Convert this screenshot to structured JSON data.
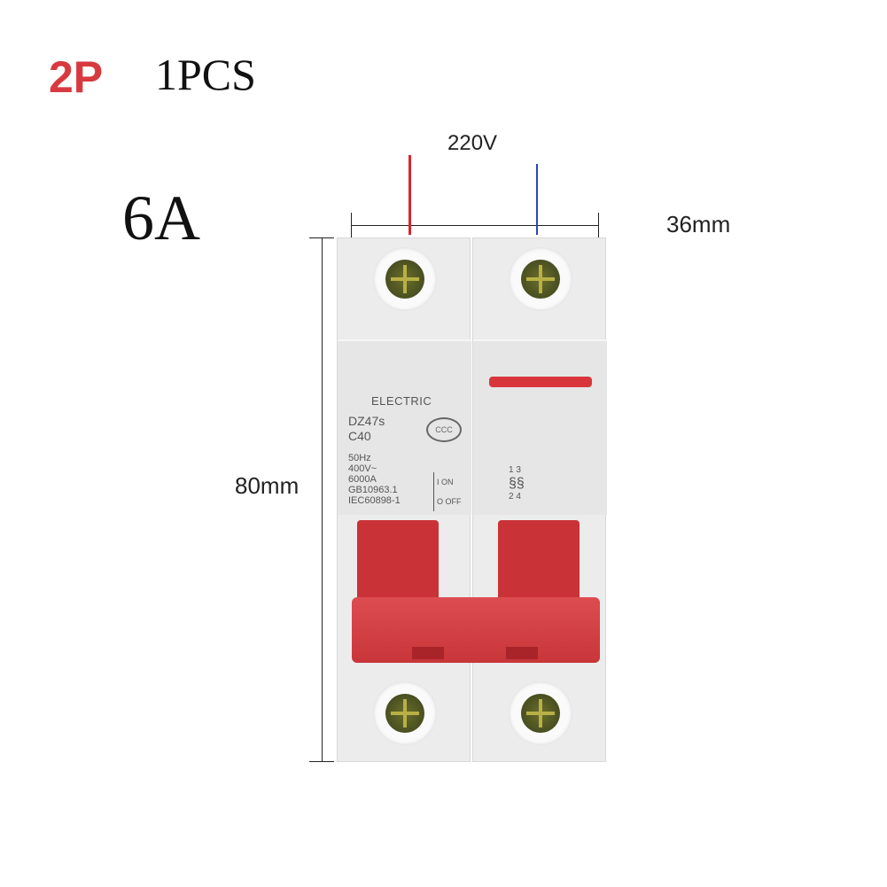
{
  "overlay": {
    "poles": "2P",
    "quantity": "1PCS",
    "current_rating": "6A",
    "voltage": "220V",
    "width_dim": "36mm",
    "height_dim": "80mm"
  },
  "breaker": {
    "brand": "ELECTRIC",
    "model": "DZ47s",
    "curve": "C40",
    "specs": [
      "50Hz",
      "400V~",
      "6000A",
      "GB10963.1",
      "IEC60898-1"
    ],
    "on_label": "I ON",
    "off_label": "O OFF",
    "cert_mark": "CCC",
    "schematic_top": "1 3",
    "schematic_bottom": "2 4"
  },
  "colors": {
    "accent_red": "#d8393f",
    "wire_live": "#d8262e",
    "wire_neutral": "#2a47b6",
    "housing": "#ececec"
  }
}
